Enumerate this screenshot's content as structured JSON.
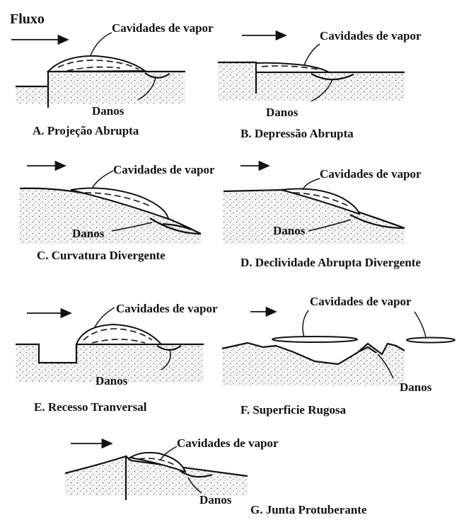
{
  "flow_label": "Fluxo",
  "panels": [
    {
      "id": "A",
      "cavity_label": "Cavidades de vapor",
      "damage_label": "Danos",
      "caption": "A. Projeção Abrupta"
    },
    {
      "id": "B",
      "cavity_label": "Cavidades de vapor",
      "damage_label": "Danos",
      "caption": "B. Depressão Abrupta"
    },
    {
      "id": "C",
      "cavity_label": "Cavidades de vapor",
      "damage_label": "Danos",
      "caption": "C. Curvatura Divergente"
    },
    {
      "id": "D",
      "cavity_label": "Cavidades de vapor",
      "damage_label": "Danos",
      "caption": "D. Declividade Abrupta Divergente"
    },
    {
      "id": "E",
      "cavity_label": "Cavidades de vapor",
      "damage_label": "Danos",
      "caption": "E. Recesso Tranversal"
    },
    {
      "id": "F",
      "cavity_label": "Cavidades de vapor",
      "damage_label": "Danos",
      "caption": "F. Superficie Rugosa"
    },
    {
      "id": "G",
      "cavity_label": "Cavidades de vapor",
      "damage_label": "Danos",
      "caption": "G. Junta Protuberante"
    }
  ]
}
